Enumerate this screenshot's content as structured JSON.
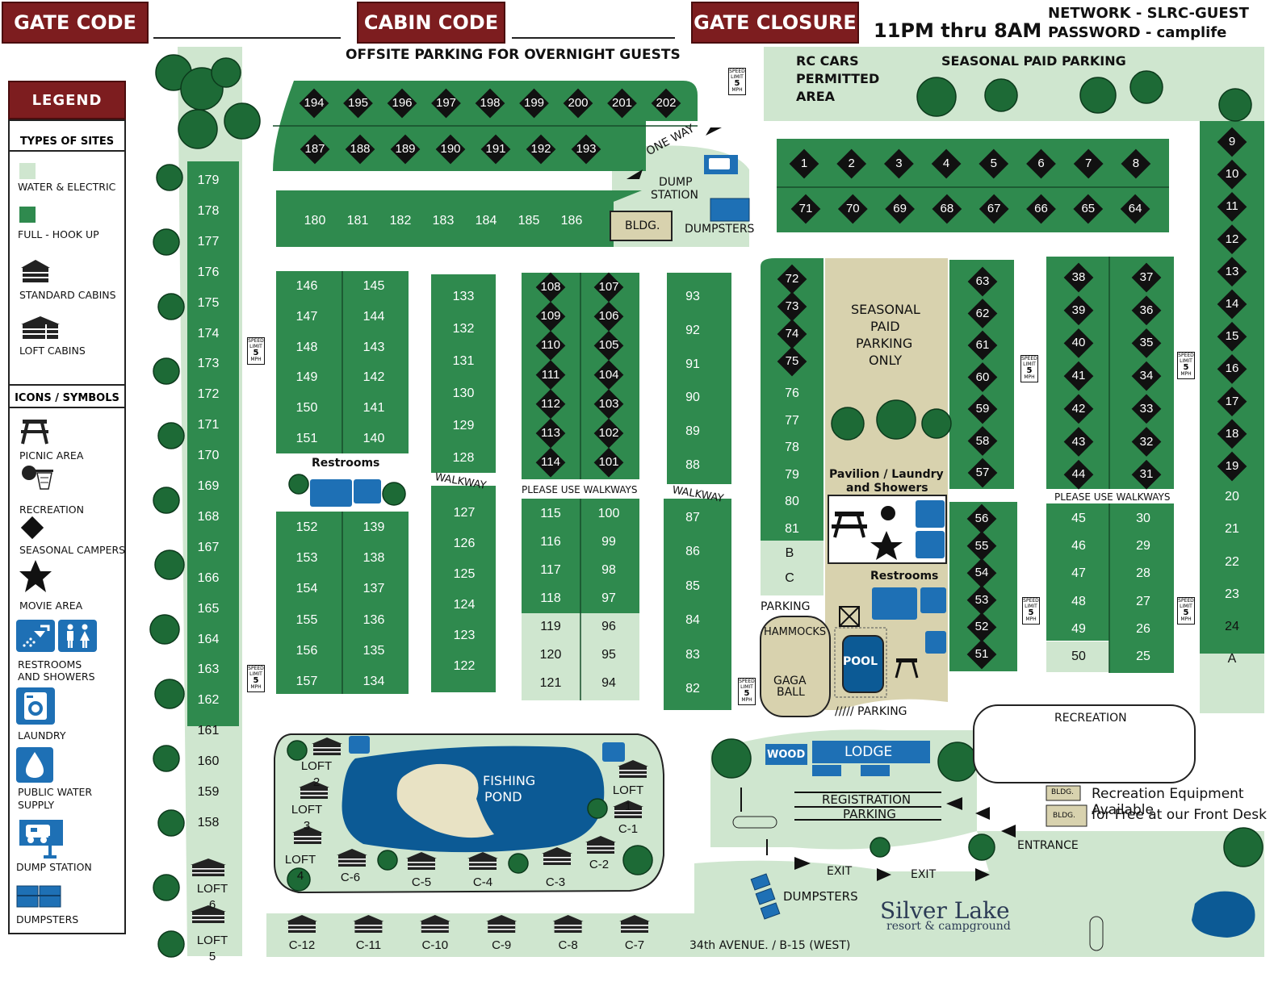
{
  "header": {
    "gate_code": "GATE CODE",
    "cabin_code": "CABIN CODE",
    "gate_closure": "GATE CLOSURE",
    "closure_hours": "11PM thru 8AM",
    "network": "NETWORK - SLRC-GUEST",
    "password": "PASSWORD - camplife",
    "offsite_parking": "OFFSITE PARKING FOR OVERNIGHT GUESTS"
  },
  "legend": {
    "title": "LEGEND",
    "types_heading": "TYPES OF SITES",
    "icons_heading": "ICONS / SYMBOLS",
    "items": {
      "water_electric": "WATER & ELECTRIC",
      "full_hookup": "FULL - HOOK UP",
      "standard_cabins": "STANDARD CABINS",
      "loft_cabins": "LOFT CABINS",
      "picnic": "PICNIC AREA",
      "recreation": "RECREATION",
      "seasonal": "SEASONAL CAMPERS",
      "movie": "MOVIE AREA",
      "restrooms_1": "RESTROOMS",
      "restrooms_2": "AND SHOWERS",
      "laundry": "LAUNDRY",
      "water_1": "PUBLIC WATER",
      "water_2": "SUPPLY",
      "dump": "DUMP STATION",
      "dumpsters": "DUMPSTERS"
    }
  },
  "colors": {
    "full": "#2f8a4e",
    "water": "#cfe6cf",
    "header": "#7d1d1f",
    "blue": "#1e70b5",
    "pond": "#0c5a95",
    "tan": "#d8d2ae",
    "tree": "#1d6a36"
  },
  "labels": {
    "rc_1": "RC CARS",
    "rc_2": "PERMITTED",
    "rc_3": "AREA",
    "seasonal_paid_top": "SEASONAL PAID PARKING",
    "one_way": "ONE WAY",
    "dump_1": "DUMP",
    "dump_2": "STATION",
    "bldg": "BLDG.",
    "dumpsters": "DUMPSTERS",
    "restrooms": "Restrooms",
    "walkway": "WALKWAY",
    "please_walkways": "PLEASE USE WALKWAYS",
    "spp_1": "SEASONAL",
    "spp_2": "PAID",
    "spp_3": "PARKING",
    "spp_4": "ONLY",
    "pavilion_1": "Pavilion / Laundry",
    "pavilion_2": "and Showers",
    "parking": "PARKING",
    "hammocks": "HAMMOCKS",
    "gaga_1": "GAGA",
    "gaga_2": "BALL",
    "pool": "POOL",
    "recreation": "RECREATION",
    "wood": "WOOD",
    "lodge": "LODGE",
    "registration": "REGISTRATION",
    "reg_parking": "PARKING",
    "entrance": "ENTRANCE",
    "exit": "EXIT",
    "fishing_1": "FISHING",
    "fishing_2": "POND",
    "rec_equip_1": "Recreation Equipment Available",
    "rec_equip_2": "for Free at our Front Desk",
    "bldg_small": "BLDG.",
    "avenue": "34th AVENUE. / B-15 (WEST)",
    "brand_1": "Silver Lake",
    "brand_2": "resort & campground",
    "speed_1": "SPEED",
    "speed_2": "LIMIT",
    "speed_3": "5",
    "speed_4": "MPH"
  },
  "sites": {
    "top_seasonal_a": [
      "194",
      "195",
      "196",
      "197",
      "198",
      "199",
      "200",
      "201",
      "202"
    ],
    "top_seasonal_b": [
      "187",
      "188",
      "189",
      "190",
      "191",
      "192",
      "193"
    ],
    "row_180": [
      "180",
      "181",
      "182",
      "183",
      "184",
      "185",
      "186"
    ],
    "left_col": [
      "179",
      "178",
      "177",
      "176",
      "175",
      "174",
      "173",
      "172",
      "171",
      "170",
      "169",
      "168",
      "167",
      "166",
      "165",
      "164",
      "163",
      "162",
      "161",
      "160",
      "159",
      "158"
    ],
    "lofts_left": [
      "LOFT 6",
      "LOFT 5"
    ],
    "blockA_left": [
      "146",
      "147",
      "148",
      "149",
      "150",
      "151"
    ],
    "blockA_right": [
      "145",
      "144",
      "143",
      "142",
      "141",
      "140"
    ],
    "blockB_left": [
      "152",
      "153",
      "154",
      "155",
      "156",
      "157"
    ],
    "blockB_right": [
      "139",
      "138",
      "137",
      "136",
      "135",
      "134"
    ],
    "colC_top": [
      "133",
      "132",
      "131",
      "130",
      "129",
      "128"
    ],
    "colC_bottom": [
      "127",
      "126",
      "125",
      "124",
      "123",
      "122"
    ],
    "colD_left_top": [
      "108",
      "109",
      "110",
      "111",
      "112",
      "113",
      "114"
    ],
    "colD_right_top": [
      "107",
      "106",
      "105",
      "104",
      "103",
      "102",
      "101"
    ],
    "colD_left_bottom": [
      "115",
      "116",
      "117",
      "118",
      "119",
      "120",
      "121"
    ],
    "colD_right_bottom": [
      "100",
      "99",
      "98",
      "97",
      "96",
      "95",
      "94"
    ],
    "colE_top": [
      "93",
      "92",
      "91",
      "90",
      "89",
      "88"
    ],
    "colE_bottom": [
      "87",
      "86",
      "85",
      "84",
      "83",
      "82"
    ],
    "colF": [
      "72",
      "73",
      "74",
      "75",
      "76",
      "77",
      "78",
      "79",
      "80",
      "81",
      "B",
      "C"
    ],
    "colG_top": [
      "63",
      "62",
      "61",
      "60",
      "59",
      "58",
      "57"
    ],
    "colG_bottom": [
      "56",
      "55",
      "54",
      "53",
      "52",
      "51"
    ],
    "colH_left_top": [
      "38",
      "39",
      "40",
      "41",
      "42",
      "43",
      "44"
    ],
    "colH_right_top": [
      "37",
      "36",
      "35",
      "34",
      "33",
      "32",
      "31"
    ],
    "colH_left_bottom": [
      "45",
      "46",
      "47",
      "48",
      "49",
      "50"
    ],
    "colH_right_bottom": [
      "30",
      "29",
      "28",
      "27",
      "26",
      "25"
    ],
    "row_top": [
      "1",
      "2",
      "3",
      "4",
      "5",
      "6",
      "7",
      "8"
    ],
    "row_bottom": [
      "71",
      "70",
      "69",
      "68",
      "67",
      "66",
      "65",
      "64"
    ],
    "right_col": [
      "9",
      "10",
      "11",
      "12",
      "13",
      "14",
      "15",
      "16",
      "17",
      "18",
      "19",
      "20",
      "21",
      "22",
      "23",
      "24",
      "A"
    ],
    "pond_cabins": [
      "LOFT 2",
      "LOFT 3",
      "LOFT 4",
      "C-6",
      "C-5",
      "C-4",
      "C-3",
      "C-2",
      "C-1",
      "LOFT 1"
    ],
    "bottom_cabins": [
      "C-12",
      "C-11",
      "C-10",
      "C-9",
      "C-8",
      "C-7"
    ]
  }
}
